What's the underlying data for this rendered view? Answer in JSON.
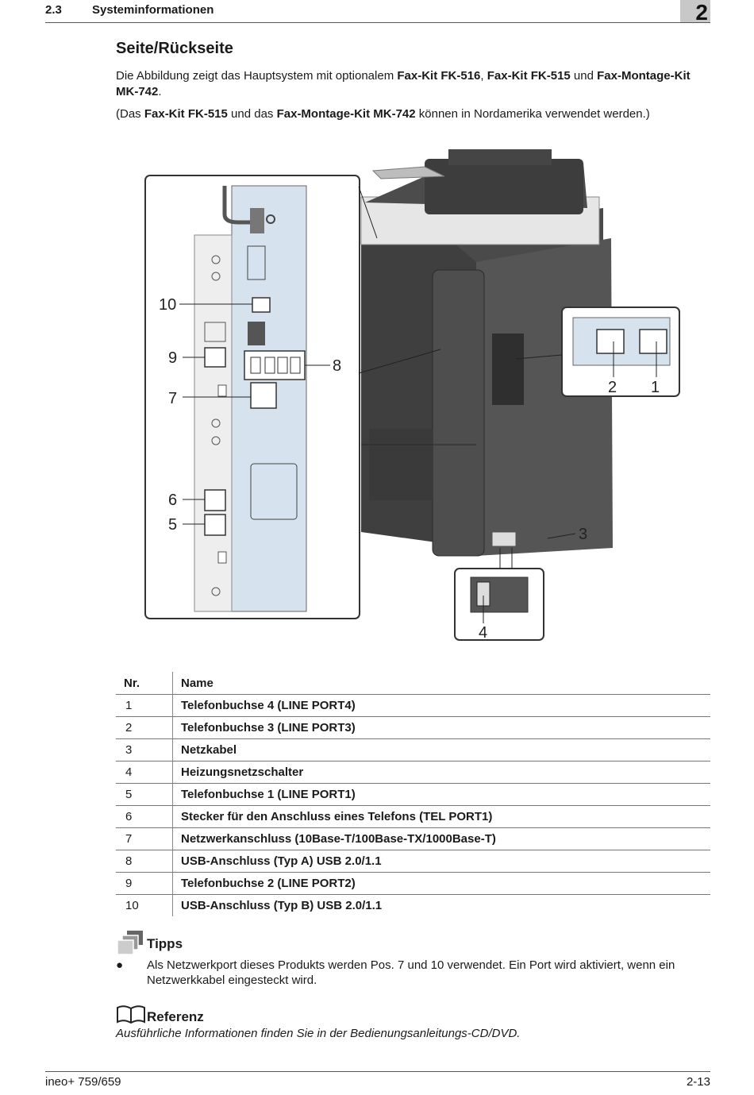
{
  "header": {
    "section_number": "2.3",
    "section_title": "Systeminformationen",
    "chapter": "2"
  },
  "section": {
    "title": "Seite/Rückseite",
    "intro": {
      "t1": "Die Abbildung zeigt das Hauptsystem mit optionalem ",
      "b1": "Fax-Kit FK-516",
      "t2": ", ",
      "b2": "Fax-Kit FK-515",
      "t3": " und ",
      "b3": "Fax-Montage-Kit MK-742",
      "t4": "."
    },
    "note": {
      "t1": "(Das ",
      "b1": "Fax-Kit FK-515",
      "t2": " und das ",
      "b2": "Fax-Montage-Kit MK-742",
      "t3": " können in Nordamerika verwendet werden.)"
    }
  },
  "figure": {
    "callouts": [
      "1",
      "2",
      "3",
      "4",
      "5",
      "6",
      "7",
      "8",
      "9",
      "10"
    ]
  },
  "table": {
    "headers": [
      "Nr.",
      "Name"
    ],
    "rows": [
      {
        "nr": "1",
        "name": "Telefonbuchse 4 (LINE PORT4)"
      },
      {
        "nr": "2",
        "name": "Telefonbuchse 3 (LINE PORT3)"
      },
      {
        "nr": "3",
        "name": "Netzkabel"
      },
      {
        "nr": "4",
        "name": "Heizungsnetzschalter"
      },
      {
        "nr": "5",
        "name": "Telefonbuchse 1 (LINE PORT1)"
      },
      {
        "nr": "6",
        "name": "Stecker für den Anschluss eines Telefons (TEL PORT1)"
      },
      {
        "nr": "7",
        "name": "Netzwerkanschluss (10Base-T/100Base-TX/1000Base-T)"
      },
      {
        "nr": "8",
        "name": "USB-Anschluss (Typ A) USB 2.0/1.1"
      },
      {
        "nr": "9",
        "name": "Telefonbuchse 2 (LINE PORT2)"
      },
      {
        "nr": "10",
        "name": "USB-Anschluss (Typ B) USB 2.0/1.1"
      }
    ]
  },
  "tips": {
    "title": "Tipps",
    "icon": "tips-icon",
    "bullet": "●",
    "text": "Als Netzwerkport dieses Produkts werden Pos. 7 und 10 verwendet. Ein Port wird aktiviert, wenn ein Netzwerkkabel eingesteckt wird."
  },
  "reference": {
    "title": "Referenz",
    "icon": "book-icon",
    "text": "Ausführliche Informationen finden Sie in der Bedienungsanleitungs-CD/DVD."
  },
  "footer": {
    "model": "ineo+ 759/659",
    "page": "2-13"
  }
}
